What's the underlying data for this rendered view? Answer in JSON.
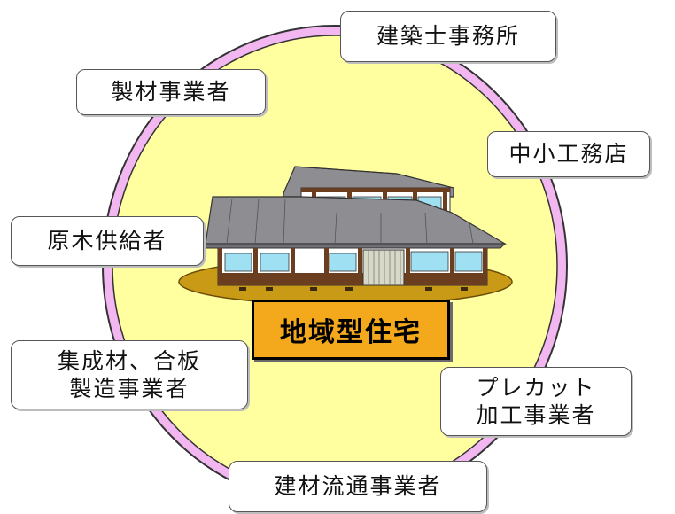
{
  "diagram": {
    "center_label": "地域型住宅",
    "stakeholders": {
      "architect": "建築士事務所",
      "sawmill": "製材事業者",
      "builder": "中小工務店",
      "log_supplier": "原木供給者",
      "laminated_lines": [
        "集成材、合板",
        "製造事業者"
      ],
      "precut_lines": [
        "プレカット",
        "加工事業者"
      ],
      "distributor": "建材流通事業者"
    }
  },
  "colors": {
    "ring": "#f2b6f0",
    "ring_border": "#333333",
    "inner_circle": "#ffffa0",
    "center_label_bg": "#f4a81c",
    "house_roof": "#8e8e92",
    "house_wood": "#6b3e20",
    "house_window": "#9fe0f2",
    "ground": "#c99a16"
  },
  "icons": {
    "house": "japanese-house-illustration"
  }
}
